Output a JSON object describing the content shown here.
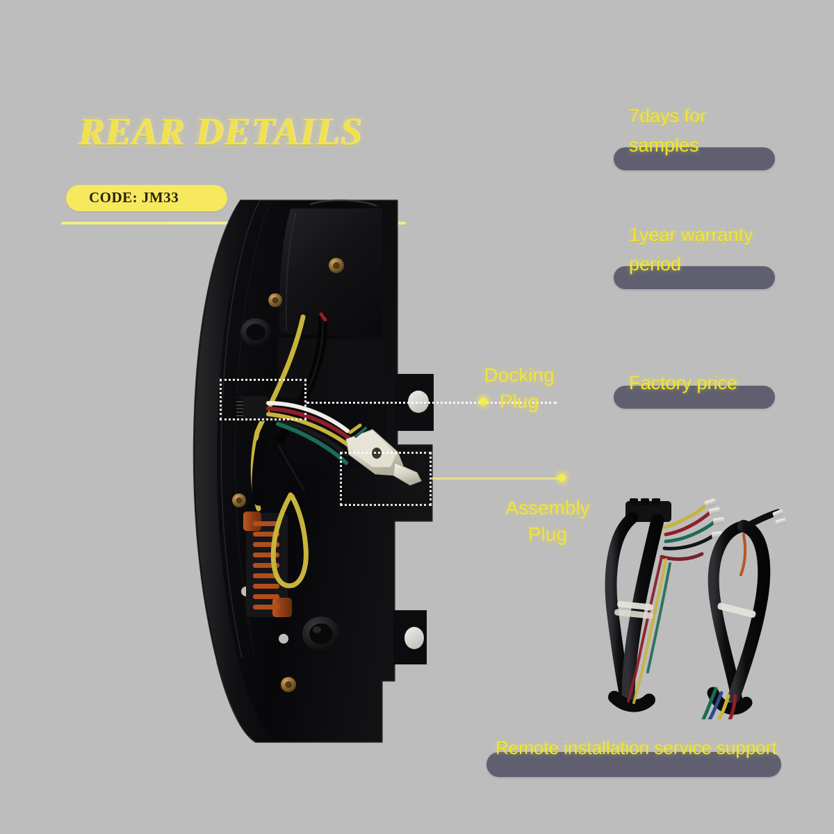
{
  "background_color": "#bdbdbd",
  "accent_yellow": "#f2e24a",
  "pill_color": "#5f5f70",
  "badge_color": "#f6e95e",
  "header": {
    "title": "REAR DETAILS",
    "code_label": "CODE:  JM33"
  },
  "features": [
    {
      "id": "samples",
      "text": "7days for\nsamples"
    },
    {
      "id": "warranty",
      "text": "1year warranty\nperiod"
    },
    {
      "id": "price",
      "text": "Factory price"
    }
  ],
  "banner": {
    "text": "Remote installation service support"
  },
  "callouts": [
    {
      "id": "docking",
      "text": "Docking\nPlug"
    },
    {
      "id": "assembly",
      "text": "Assembly\nPlug"
    }
  ],
  "product": {
    "name": "rear tail light housing",
    "alt": "Black automotive tail lamp rear housing with wiring harness, gold screws, copper heatsink and mounting tabs"
  },
  "accessories": [
    {
      "id": "harness-main",
      "alt": "Black wiring harness with connector and colored lead wires bundled with zip ties"
    },
    {
      "id": "harness-extra",
      "alt": "Looped black cable with colored wires and bullet terminals"
    }
  ]
}
